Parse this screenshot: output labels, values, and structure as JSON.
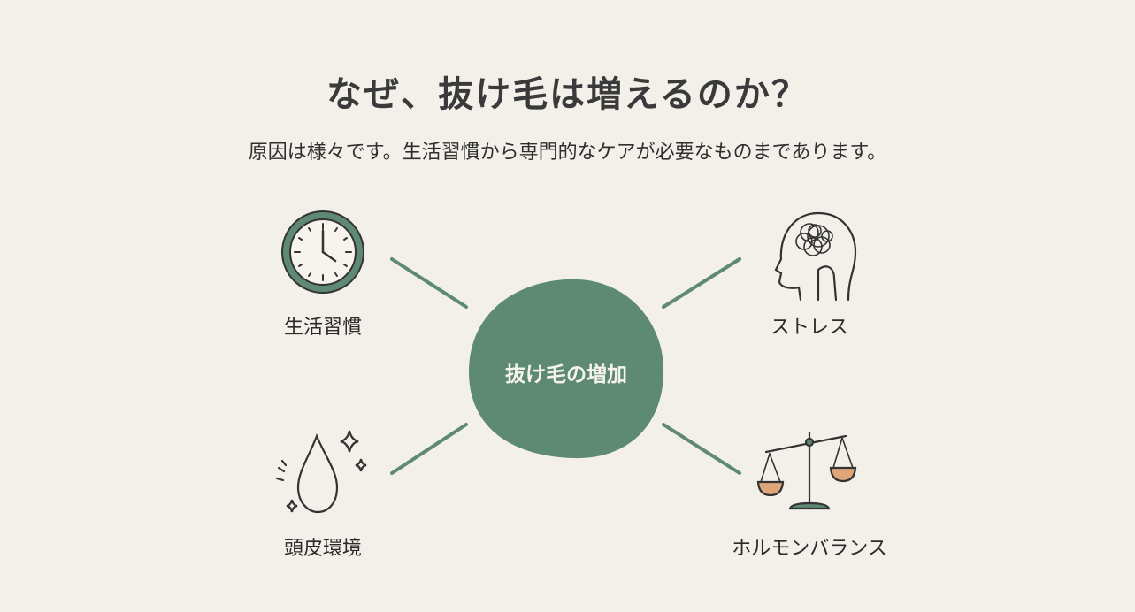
{
  "title": "なぜ、抜け毛は増えるのか？",
  "subtitle": "原因は様々です。生活習慣から専門的なケアが必要なものまであります。",
  "center": {
    "label": "抜け毛の増加"
  },
  "factors": [
    {
      "label": "生活習慣",
      "icon": "clock-icon"
    },
    {
      "label": "ストレス",
      "icon": "head-brain-icon"
    },
    {
      "label": "頭皮環境",
      "icon": "water-drop-sparkle-icon"
    },
    {
      "label": "ホルモンバランス",
      "icon": "balance-scale-icon"
    }
  ],
  "colors": {
    "background": "#f3f0ea",
    "accent": "#5e8a75",
    "scale_pan": "#dfa679",
    "ink": "#333333"
  }
}
